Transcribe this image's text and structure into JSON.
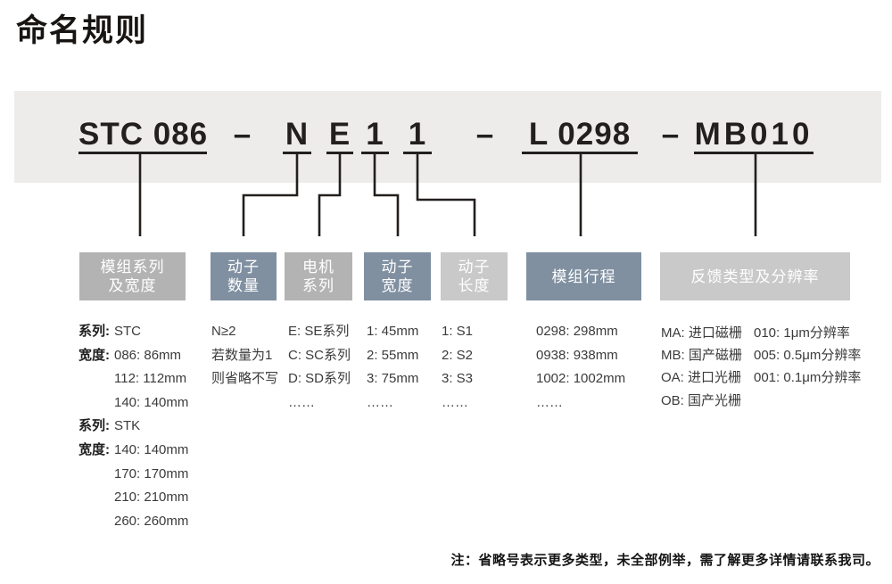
{
  "title": "命名规则",
  "code": {
    "groups": [
      {
        "text": "STC 086"
      },
      {
        "text": "–"
      },
      {
        "text": "N"
      },
      {
        "text": "E"
      },
      {
        "text": "1"
      },
      {
        "text": "1"
      },
      {
        "text": "–"
      },
      {
        "text": "L 0298"
      },
      {
        "text": "–"
      },
      {
        "text": "MB010"
      }
    ]
  },
  "boxes": [
    {
      "line1": "模组系列",
      "line2": "及宽度"
    },
    {
      "line1": "动子",
      "line2": "数量"
    },
    {
      "line1": "电机",
      "line2": "系列"
    },
    {
      "line1": "动子",
      "line2": "宽度"
    },
    {
      "line1": "动子",
      "line2": "长度"
    },
    {
      "line1": "模组行程",
      "line2": ""
    },
    {
      "line1": "反馈类型及分辨率",
      "line2": ""
    }
  ],
  "columns": {
    "series_width": {
      "rows": [
        {
          "label": "系列:",
          "value": "STC"
        },
        {
          "label": "宽度:",
          "value": "086: 86mm"
        },
        {
          "label": "",
          "value": "112: 112mm"
        },
        {
          "label": "",
          "value": "140: 140mm"
        },
        {
          "label": "系列:",
          "value": "STK"
        },
        {
          "label": "宽度:",
          "value": "140: 140mm"
        },
        {
          "label": "",
          "value": "170: 170mm"
        },
        {
          "label": "",
          "value": "210: 210mm"
        },
        {
          "label": "",
          "value": "260: 260mm"
        }
      ]
    },
    "mover_count": {
      "lines": [
        "N≥2",
        "若数量为1",
        "则省略不写"
      ]
    },
    "motor_series": {
      "lines": [
        "E: SE系列",
        "C: SC系列",
        "D: SD系列",
        "……"
      ]
    },
    "mover_width": {
      "lines": [
        "1: 45mm",
        "2: 55mm",
        "3: 75mm",
        "……"
      ]
    },
    "mover_length": {
      "lines": [
        "1: S1",
        "2: S2",
        "3: S3",
        "……"
      ]
    },
    "module_stroke": {
      "lines": [
        "0298: 298mm",
        "0938: 938mm",
        "1002: 1002mm",
        "……"
      ]
    },
    "feedback": {
      "types": [
        "MA: 进口磁栅",
        "MB: 国产磁栅",
        "OA: 进口光栅",
        "OB: 国产光栅"
      ],
      "resolutions": [
        "010: 1μm分辨率",
        "005: 0.5μm分辨率",
        "001: 0.1μm分辨率"
      ]
    }
  },
  "note": "注：省略号表示更多类型，未全部例举，需了解更多详情请联系我司。",
  "colors": {
    "band": "#edecea",
    "box_gray": "#b3b3b3",
    "box_slate": "#8090a1",
    "box_light": "#c9c9c9",
    "ink": "#221f1d"
  }
}
